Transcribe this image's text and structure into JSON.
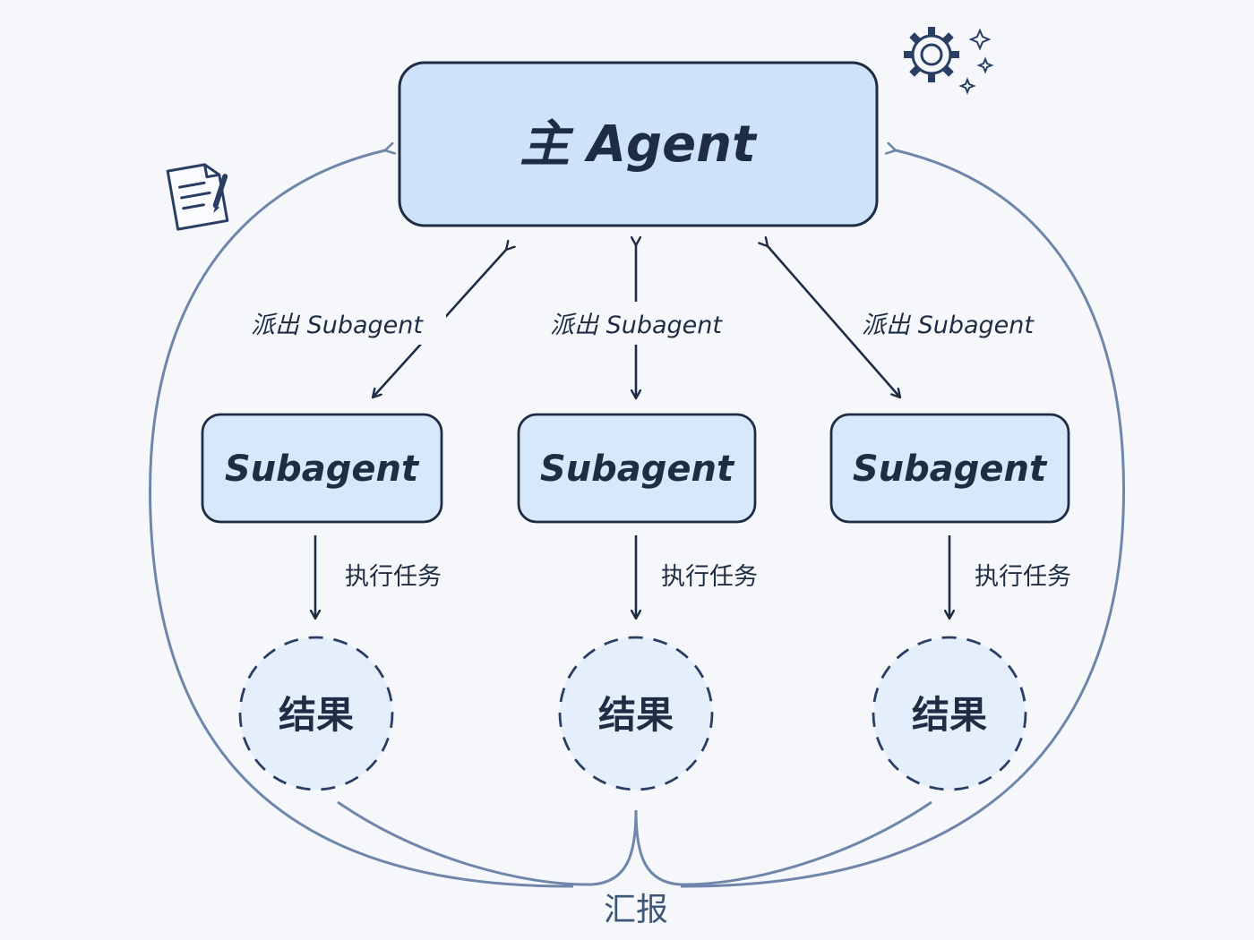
{
  "main_agent": {
    "label": "主 Agent"
  },
  "branches": [
    {
      "spawn_label": "派出 Subagent",
      "subagent_label": "Subagent",
      "task_label": "执行任务",
      "result_label": "结果"
    },
    {
      "spawn_label": "派出 Subagent",
      "subagent_label": "Subagent",
      "task_label": "执行任务",
      "result_label": "结果"
    },
    {
      "spawn_label": "派出 Subagent",
      "subagent_label": "Subagent",
      "task_label": "执行任务",
      "result_label": "结果"
    }
  ],
  "report": {
    "label": "汇报"
  },
  "decorations": {
    "left_icon": "document-pencil-icon",
    "right_icon": "gear-sparkles-icon"
  },
  "colors": {
    "background": "#f5f7fa",
    "main_box_fill": "#cfe2fb",
    "sub_box_fill": "#d8e8fb",
    "result_fill": "#e5effc",
    "ink": "#1f2d44",
    "feedback_line": "#6f86aa"
  }
}
